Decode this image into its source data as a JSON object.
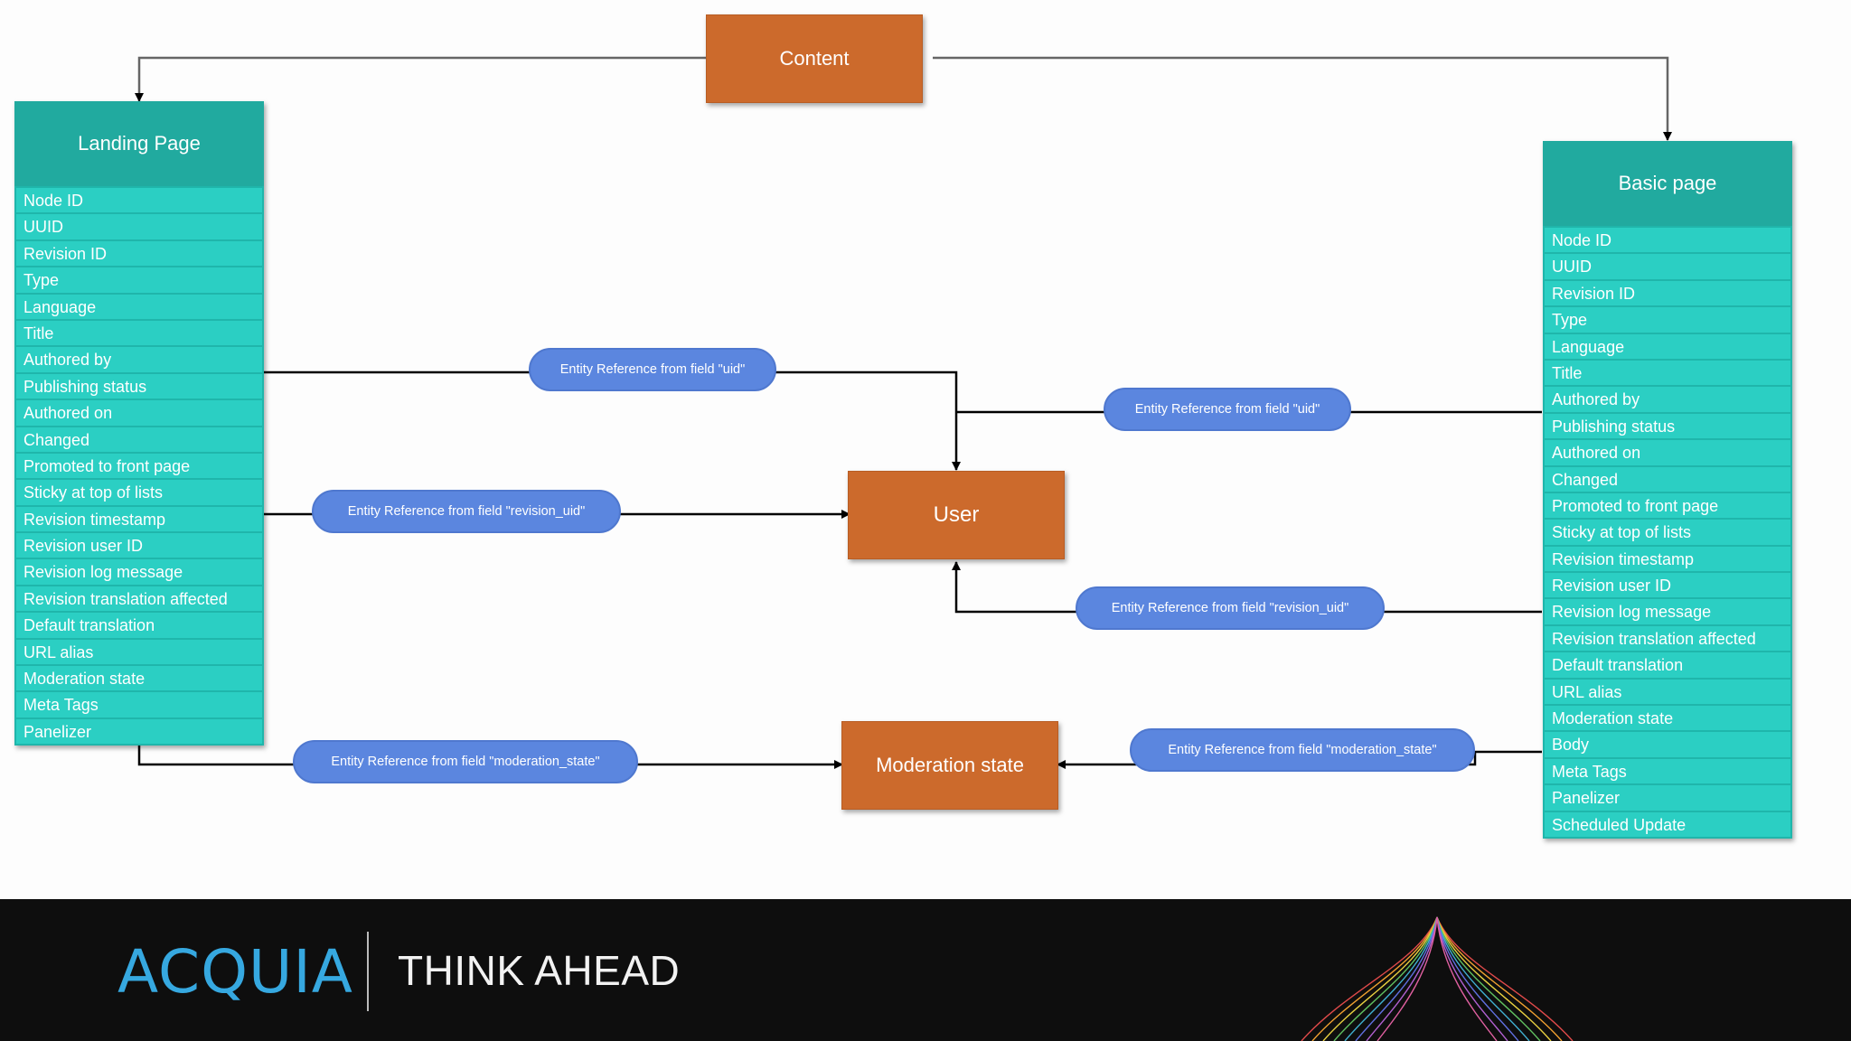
{
  "nodes": {
    "content": "Content",
    "user": "User",
    "moderation_state": "Moderation state"
  },
  "landing_page": {
    "title": "Landing Page",
    "fields": [
      "Node ID",
      "UUID",
      "Revision ID",
      "Type",
      "Language",
      "Title",
      "Authored by",
      "Publishing status",
      "Authored on",
      "Changed",
      "Promoted to front page",
      "Sticky at top of lists",
      "Revision timestamp",
      "Revision user ID",
      "Revision log message",
      "Revision translation affected",
      "Default translation",
      "URL alias",
      "Moderation state",
      "Meta Tags",
      "Panelizer"
    ]
  },
  "basic_page": {
    "title": "Basic page",
    "fields": [
      "Node ID",
      "UUID",
      "Revision ID",
      "Type",
      "Language",
      "Title",
      "Authored by",
      "Publishing status",
      "Authored on",
      "Changed",
      "Promoted to front page",
      "Sticky at top of lists",
      "Revision timestamp",
      "Revision user ID",
      "Revision log message",
      "Revision translation affected",
      "Default translation",
      "URL alias",
      "Moderation state",
      "Body",
      "Meta Tags",
      "Panelizer",
      "Scheduled Update"
    ]
  },
  "edges": {
    "lp_uid": "Entity Reference from field \"uid\"",
    "lp_revision_uid": "Entity Reference from field \"revision_uid\"",
    "lp_moderation_state": "Entity Reference from field \"moderation_state\"",
    "bp_uid": "Entity Reference from field \"uid\"",
    "bp_revision_uid": "Entity Reference from field \"revision_uid\"",
    "bp_moderation_state": "Entity Reference from field \"moderation_state\""
  },
  "footer": {
    "logo": "ACQUIA",
    "tagline": "THINK AHEAD"
  },
  "colors": {
    "entity_body": "#2bcfc3",
    "entity_header": "#21aa9f",
    "node": "#cc6a2c",
    "edge_label": "#5b86df",
    "footer_bg": "#0e0e0e",
    "logo": "#36a8e0"
  }
}
